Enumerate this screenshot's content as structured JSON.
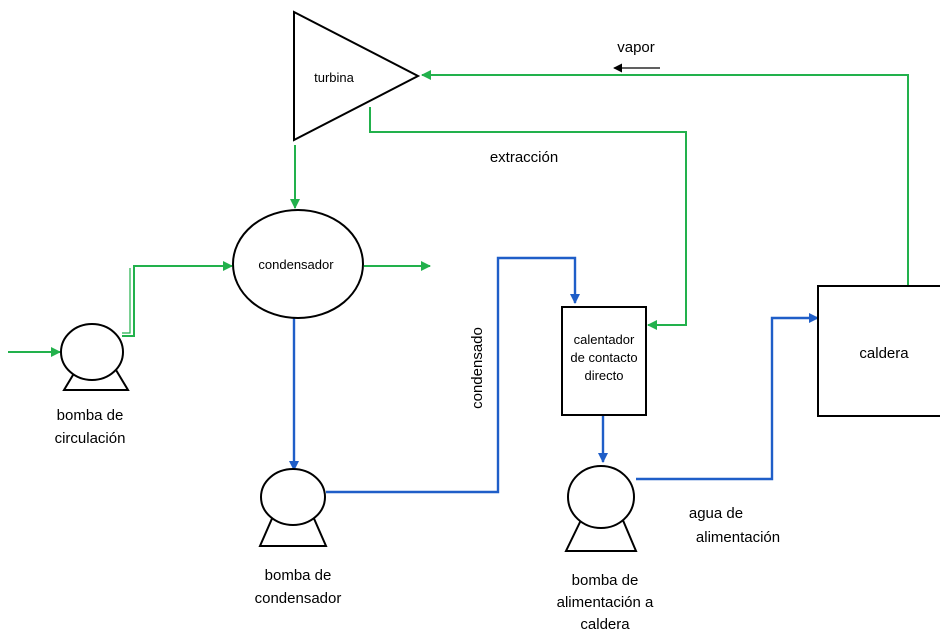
{
  "labels": {
    "turbine": "turbina",
    "condenser": "condensador",
    "heater_line1": "calentador",
    "heater_line2": "de contacto",
    "heater_line3": "directo",
    "boiler": "caldera",
    "steam": "vapor",
    "extraction": "extracción",
    "condensate": "condensado",
    "feedwater_line1": "agua de",
    "feedwater_line2": "alimentación",
    "circulation_pump_line1": "bomba de",
    "circulation_pump_line2": "circulación",
    "condenser_pump_line1": "bomba de",
    "condenser_pump_line2": "condensador",
    "feed_pump_line1": "bomba de",
    "feed_pump_line2": "alimentación a",
    "feed_pump_line3": "caldera"
  },
  "colors": {
    "steam_line": "#22b14c",
    "water_line": "#1f5ec8",
    "outline": "#000000"
  }
}
